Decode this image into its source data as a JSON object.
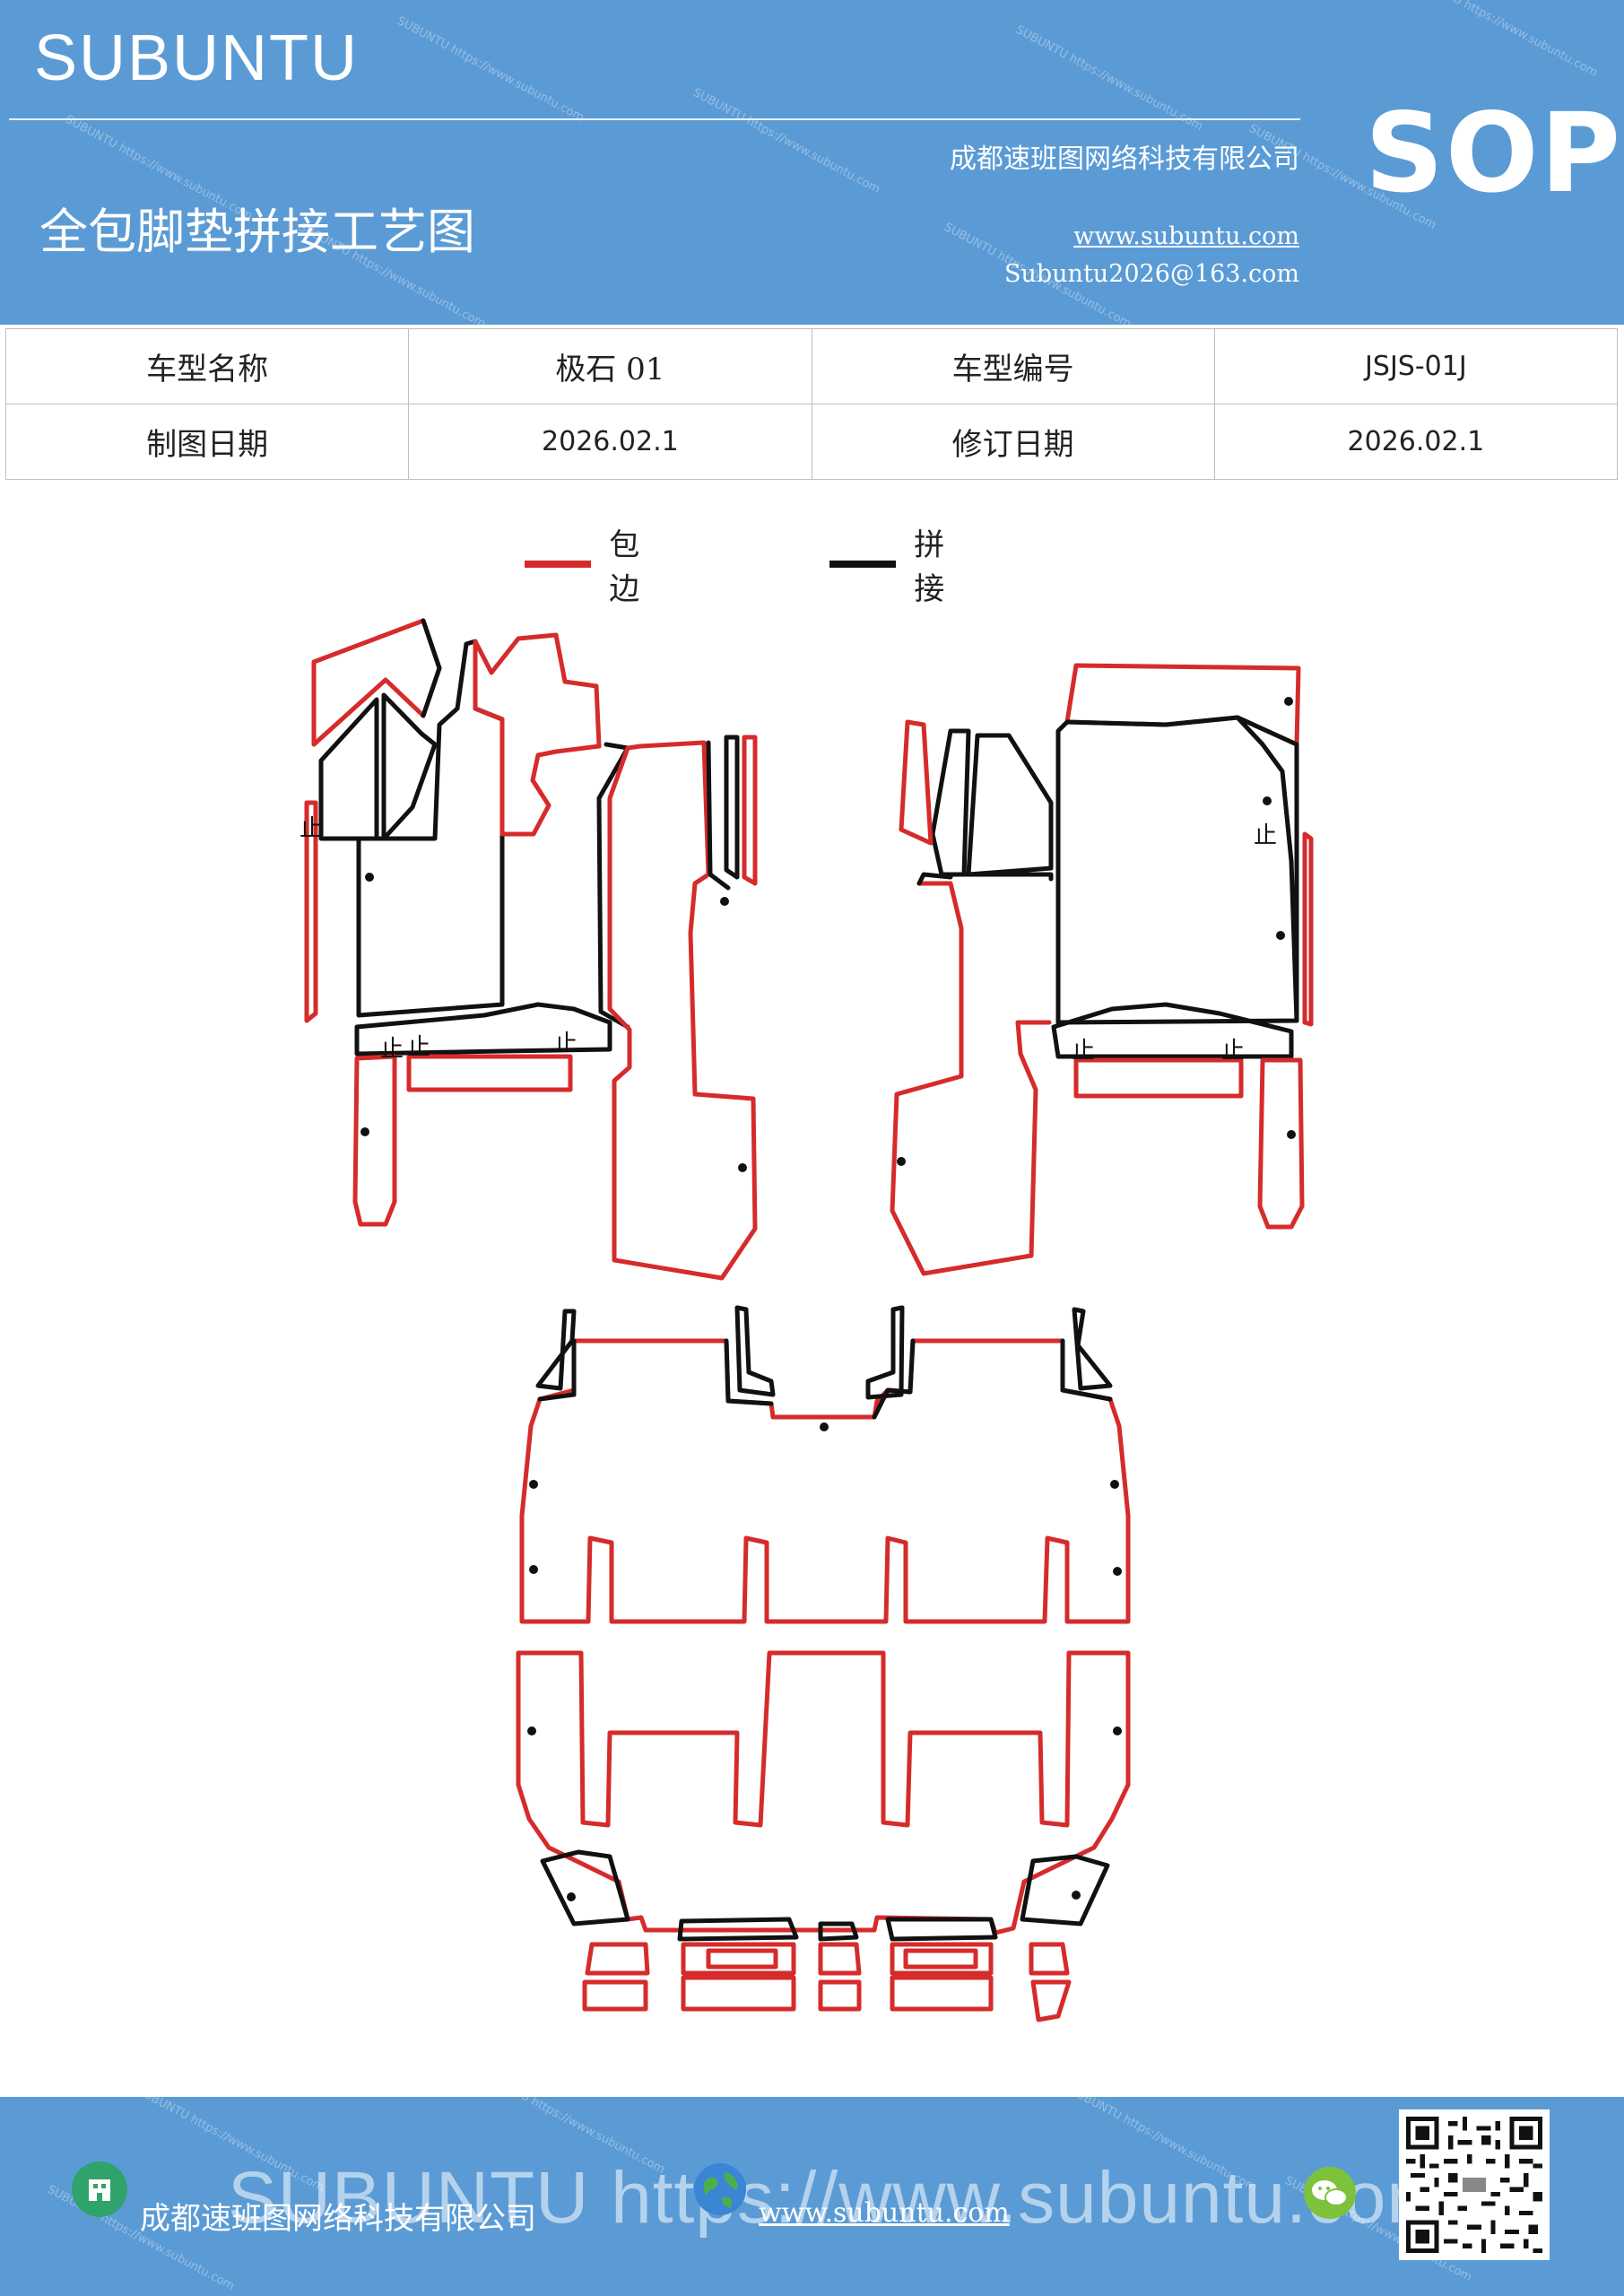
{
  "header": {
    "brand": "SUBUNTU",
    "company": "成都速班图网络科技有限公司",
    "title": "全包脚垫拼接工艺图",
    "website": "www.subuntu.com",
    "email": "Subuntu2026@163.com",
    "badge": "SOP",
    "color": "#5b9bd5"
  },
  "info": {
    "row1": {
      "label1": "车型名称",
      "value1": "极石 01",
      "label2": "车型编号",
      "value2": "JSJS-01J"
    },
    "row2": {
      "label1": "制图日期",
      "value1": "2026.02.1",
      "label2": "修订日期",
      "value2": "2026.02.1"
    }
  },
  "legend": {
    "edge": {
      "label": "包边",
      "color": "#d62b2b"
    },
    "splice": {
      "label": "拼接",
      "color": "#111111"
    }
  },
  "diagram": {
    "mark_symbol": "止"
  },
  "footer": {
    "company": "成都速班图网络科技有限公司",
    "website": "www.subuntu.com",
    "watermark": "SUBUNTU https://www.subuntu.com",
    "icons": [
      "building-icon",
      "globe-icon",
      "wechat-icon",
      "qr-code"
    ]
  }
}
